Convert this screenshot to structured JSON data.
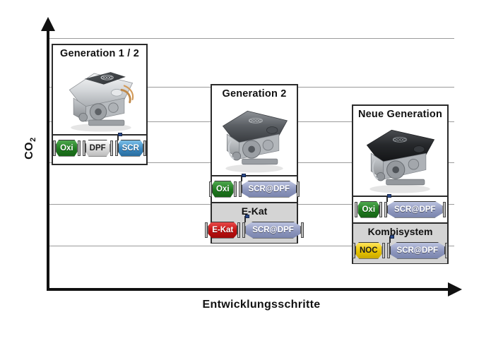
{
  "chart_data": {
    "type": "diagram",
    "title": "",
    "xlabel": "Entwicklungsschritte",
    "ylabel": "CO2",
    "ylabel_base": "CO",
    "ylabel_sub": "2",
    "grid": true,
    "gridline_count": 6,
    "axis_arrows": [
      "up",
      "right"
    ],
    "categories": [
      "Generation 1 / 2",
      "Generation 2",
      "Neue Generation"
    ],
    "series": [
      {
        "name": "Generation 1 / 2",
        "title": "Generation 1 / 2",
        "engine_icon": "engine-silver-v6",
        "x_step": 1,
        "co2_level": "high",
        "rows": [
          {
            "label": "",
            "shaded": false,
            "components": [
              {
                "name": "Oxi",
                "color": "#1e7a1e",
                "style": "c-oxi",
                "probe": false
              },
              {
                "name": "DPF",
                "color": "#d8d8d8",
                "style": "c-dpf",
                "probe": false,
                "dark_text": true
              },
              {
                "name": "SCR",
                "color": "#3b87bf",
                "style": "c-scr",
                "probe": true
              }
            ]
          }
        ]
      },
      {
        "name": "Generation 2",
        "title": "Generation 2",
        "engine_icon": "engine-dark-v6",
        "x_step": 2,
        "co2_level": "medium",
        "rows": [
          {
            "label": "",
            "shaded": false,
            "components": [
              {
                "name": "Oxi",
                "color": "#1e7a1e",
                "style": "c-oxi",
                "probe": false
              },
              {
                "name": "SCR@DPF",
                "color": "#8d96bd",
                "style": "c-scrdpf",
                "probe": true
              }
            ]
          },
          {
            "label": "E-Kat",
            "shaded": true,
            "components": [
              {
                "name": "E-Kat",
                "color": "#c00f0f",
                "style": "c-ekat",
                "probe": false
              },
              {
                "name": "SCR@DPF",
                "color": "#8d96bd",
                "style": "c-scrdpf",
                "probe": true
              }
            ]
          }
        ]
      },
      {
        "name": "Neue Generation",
        "title": "Neue Generation",
        "engine_icon": "engine-black-v6",
        "x_step": 3,
        "co2_level": "low",
        "rows": [
          {
            "label": "",
            "shaded": false,
            "components": [
              {
                "name": "Oxi",
                "color": "#1e7a1e",
                "style": "c-oxi",
                "probe": false
              },
              {
                "name": "SCR@DPF",
                "color": "#8d96bd",
                "style": "c-scrdpf",
                "probe": true
              }
            ]
          },
          {
            "label": "Kombisystem",
            "shaded": true,
            "components": [
              {
                "name": "NOC",
                "color": "#e8c400",
                "style": "c-noc",
                "probe": false,
                "dark_text": true
              },
              {
                "name": "SCR@DPF",
                "color": "#8d96bd",
                "style": "c-scrdpf",
                "probe": true
              }
            ]
          }
        ]
      }
    ]
  },
  "panels": {
    "gen1": {
      "title": "Generation 1 / 2",
      "components": [
        "Oxi",
        "DPF",
        "SCR"
      ]
    },
    "gen2": {
      "title": "Generation 2",
      "row1": [
        "Oxi",
        "SCR@DPF"
      ],
      "sub_title": "E-Kat",
      "row2": [
        "E-Kat",
        "SCR@DPF"
      ]
    },
    "gen3": {
      "title": "Neue Generation",
      "row1": [
        "Oxi",
        "SCR@DPF"
      ],
      "sub_title": "Kombisystem",
      "row2": [
        "NOC",
        "SCR@DPF"
      ]
    }
  },
  "axes": {
    "y_label_main": "CO",
    "y_label_sub": "2",
    "x_label": "Entwicklungsschritte"
  },
  "colors": {
    "oxi": "#1e7a1e",
    "dpf": "#d8d8d8",
    "scr": "#3b87bf",
    "scr_dpf": "#8d96bd",
    "e_kat": "#c00f0f",
    "noc": "#e8c400",
    "panel_border": "#2b2b2b",
    "shade": "#d4d4d4",
    "grid": "#9b9b9b",
    "axis": "#111111"
  }
}
